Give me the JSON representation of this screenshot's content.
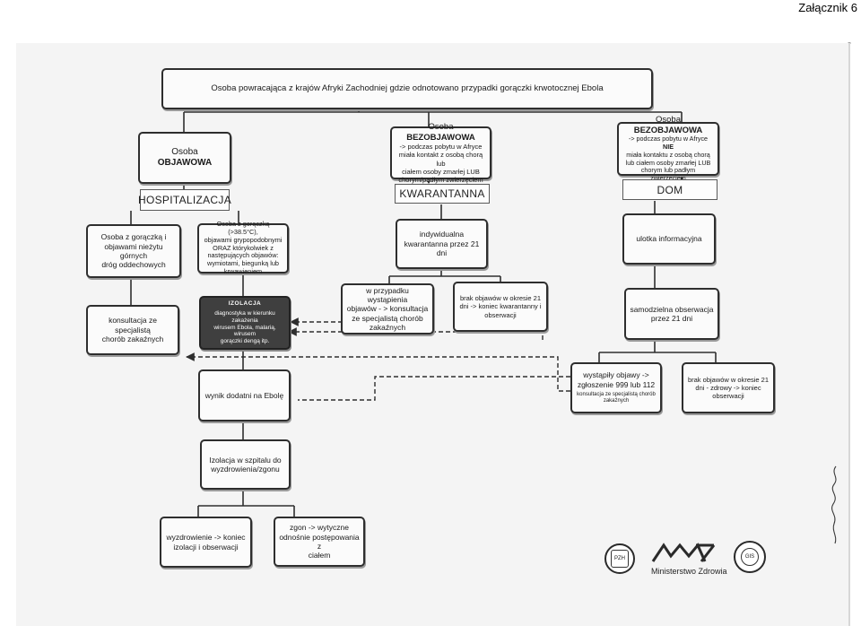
{
  "page_label": "Załącznik 6",
  "nodes": {
    "root": "Osoba powracająca z krajów Afryki Zachodniej gdzie odnotowano przypadki gorączki krwotocznej Ebola",
    "objawowa": {
      "prefix": "Osoba ",
      "bold": "OBJAWOWA"
    },
    "bezobj_kontakt": {
      "prefix": "Osoba ",
      "bold": "BEZOBJAWOWA",
      "lines": [
        "-> podczas pobytu w Afryce",
        "miała kontakt z osobą chorą lub",
        "ciałem osoby zmarłej LUB",
        "chorym/padłym zwierzęciem"
      ]
    },
    "bezobj_brak": {
      "prefix": "Osoba ",
      "bold": "BEZOBJAWOWA",
      "line1_prefix": "-> podczas pobytu w Afryce ",
      "line1_bold": "NIE",
      "lines": [
        "miała kontaktu z osobą chorą",
        "lub ciałem osoby zmarłej LUB",
        "chorym lub padłym",
        "zwierzęciem"
      ]
    },
    "hospitalizacja": "HOSPITALIZACJA",
    "kwarantanna": "KWARANTANNA",
    "dom": "DOM",
    "goraczka_oddech": [
      "Osoba z gorączką i",
      "objawami nieżytu górnych",
      "dróg oddechowych"
    ],
    "goraczka_krwawienie": [
      "Osoba z gorączką (>38.5°C),",
      "objawami grypopodobnymi",
      "ORAZ którykolwiek z",
      "następujących objawów:",
      "wymiotami, biegunką lub",
      "krwawieniem"
    ],
    "kwarantanna_indyw": [
      "indywidualna",
      "kwarantanna przez 21 dni"
    ],
    "ulotka": "ulotka informacyjna",
    "konsultacja_lewa": [
      "konsultacja ze specjalistą",
      "chorób zakaźnych"
    ],
    "izolacja": {
      "title": "IZOLACJA",
      "lines": [
        "diagnostyka w kierunku zakażenia",
        "wirusem Ebola, malarią, wirusem",
        "gorączki dengą itp."
      ]
    },
    "objawy_konsultacja": [
      "w przypadku wystąpienia",
      "objawów - > konsultacja",
      "ze specjalistą chorób",
      "zakaźnych"
    ],
    "brak_kwarantanna": [
      "brak objawów w okresie 21",
      "dni -> koniec kwarantanny i",
      "obserwacji"
    ],
    "samodzielna": [
      "samodzielna obserwacja",
      "przez 21 dni"
    ],
    "wynik": "wynik dodatni na Ebolę",
    "wystapily": {
      "lines": [
        "wystąpiły objawy ->",
        "zgłoszenie 999 lub 112"
      ],
      "small": [
        "konsultacja ze specjalistą chorób",
        "zakaźnych"
      ]
    },
    "brak_dom": [
      "brak objawów w okresie 21",
      "dni - zdrowy -> koniec",
      "obserwacji"
    ],
    "izolacja_szpital": [
      "Izolacja w szpitalu do",
      "wyzdrowienia/zgonu"
    ],
    "wyzdrowienie": [
      "wyzdrowienie -> koniec",
      "izolacji i obserwacji"
    ],
    "zgon": [
      "zgon -> wytyczne",
      "odnośnie postępowania z",
      "ciałem"
    ]
  },
  "logos": {
    "ministry": "Ministerstwo Zdrowia",
    "seal_left": "PZH",
    "seal_right": "GIS"
  },
  "colors": {
    "line": "#2e2e2e",
    "izolacja_fill": "#3f3f3f",
    "background": "#f4f4f4"
  }
}
